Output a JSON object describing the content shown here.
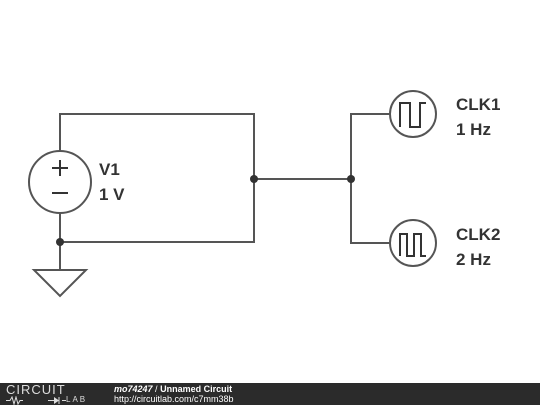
{
  "components": {
    "v1": {
      "name": "V1",
      "value": "1 V"
    },
    "clk1": {
      "name": "CLK1",
      "value": "1 Hz"
    },
    "clk2": {
      "name": "CLK2",
      "value": "2 Hz"
    }
  },
  "footer": {
    "logo_top": "CIRCUIT",
    "logo_bottom": "LAB",
    "user": "mo74247",
    "separator": "/",
    "title": "Unnamed Circuit",
    "url": "http://circuitlab.com/c7mm38b"
  },
  "colors": {
    "wire": "#555555",
    "text": "#333333",
    "footer_bg": "#2b2b2b"
  }
}
